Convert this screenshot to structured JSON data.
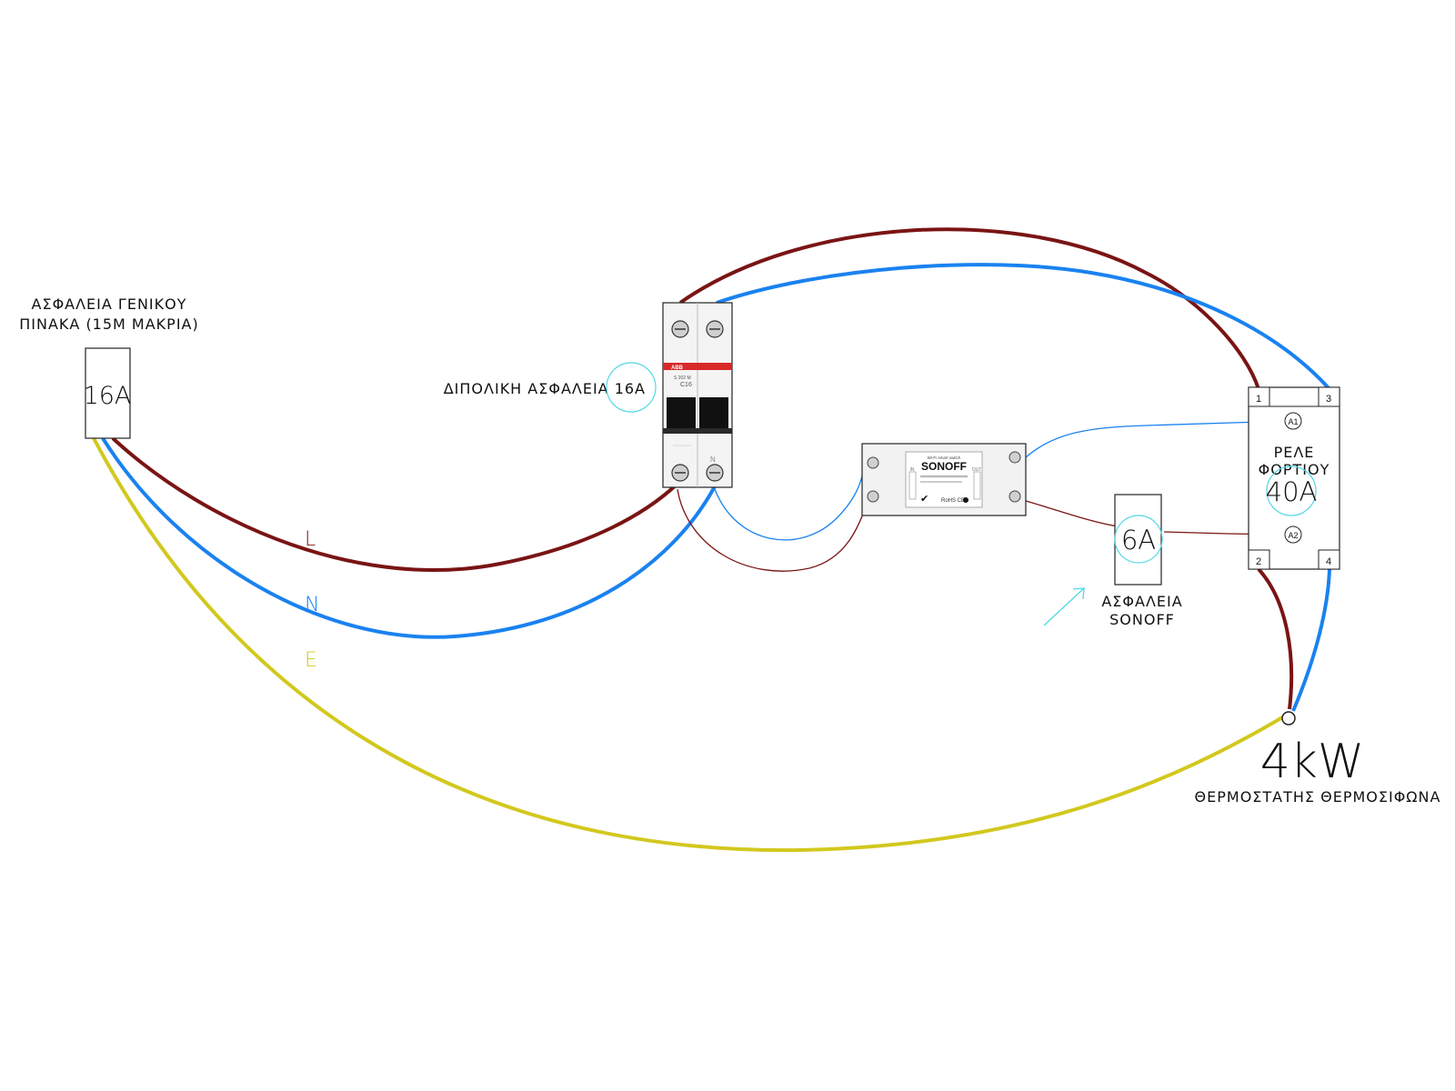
{
  "colors": {
    "live": "#7a1414",
    "neutral": "#1a82f0",
    "earth": "#d2c81e",
    "highlight": "#4fd8e8",
    "ink": "#111111",
    "breaker_band": "#d92828"
  },
  "main_panel": {
    "title_line1": "ΑΣΦΑΛΕΙΑ ΓΕΝΙΚΟΥ",
    "title_line2": "ΠΙΝΑΚΑ (15Μ ΜΑΚΡΙΑ)",
    "rating": "16A"
  },
  "double_pole_breaker": {
    "label": "ΔΙΠΟΛΙΚΗ ΑΣΦΑΛΕΙΑ 16Α",
    "brand": "ABB",
    "model": "S 202 M",
    "curve": "C16",
    "terminal_n": "N"
  },
  "sonoff": {
    "brand": "SONOFF",
    "subtitle": "Wi-Fi smart switch",
    "certs": "RoHS CE",
    "side_left": "IN",
    "side_right": "OUT"
  },
  "sonoff_fuse": {
    "rating": "6A",
    "label_line1": "ΑΣΦΑΛΕΙΑ",
    "label_line2": "SONOFF"
  },
  "load_relay": {
    "label_line1": "ΡΕΛΕ",
    "label_line2": "ΦΟΡΤΙΟΥ",
    "rating": "40A",
    "terminals": [
      "1",
      "3",
      "2",
      "4"
    ],
    "coil_a1": "A1",
    "coil_a2": "A2"
  },
  "wire_labels": {
    "live": "L",
    "neutral": "N",
    "earth": "E"
  },
  "load": {
    "power": "4kW",
    "name": "ΘΕΡΜΟΣΤΑΤΗΣ ΘΕΡΜΟΣΙΦΩΝΑ"
  }
}
